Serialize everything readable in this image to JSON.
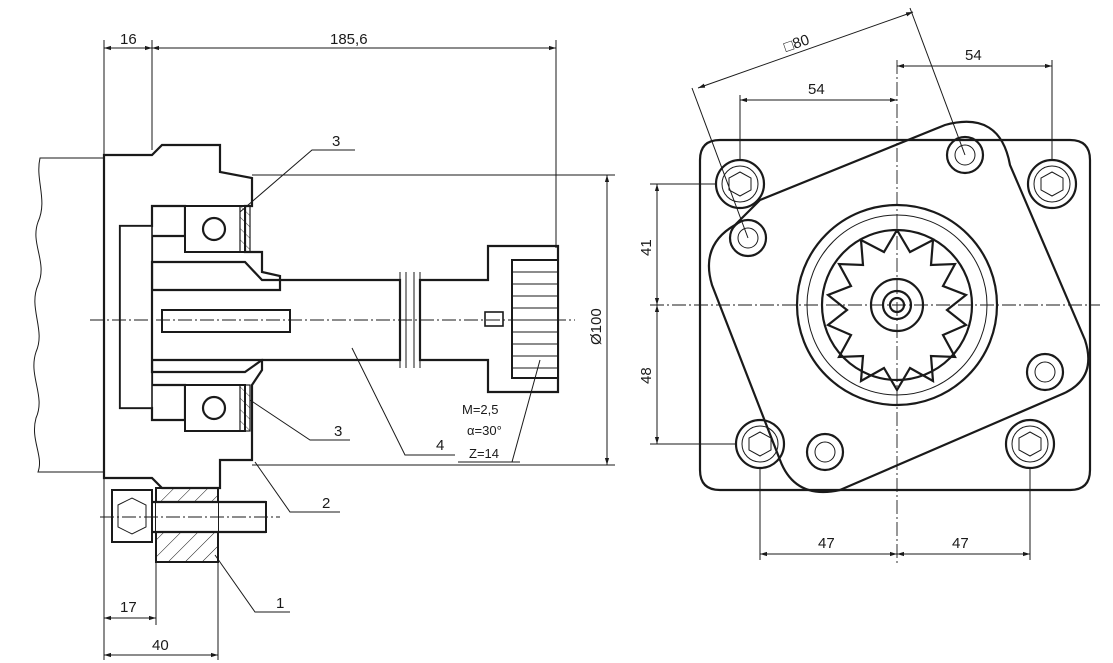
{
  "dimensions": {
    "left_view": {
      "flange_thickness": "16",
      "overall_length": "185,6",
      "shaft_diameter": "Ø100",
      "bolt_offset": "17",
      "base_width": "40"
    },
    "right_view": {
      "square_size": "□80",
      "top_left_54": "54",
      "top_right_54": "54",
      "vertical_41": "41",
      "vertical_48": "48",
      "bottom_left_47": "47",
      "bottom_right_47": "47"
    }
  },
  "part_labels": {
    "part_1": "1",
    "part_2": "2",
    "part_3_upper": "3",
    "part_3_lower": "3",
    "part_4": "4"
  },
  "gear_spec": {
    "module": "M=2,5",
    "pressure_angle": "α=30°",
    "teeth": "Z=14"
  },
  "colors": {
    "line": "#1a1a1a",
    "background": "#ffffff"
  }
}
